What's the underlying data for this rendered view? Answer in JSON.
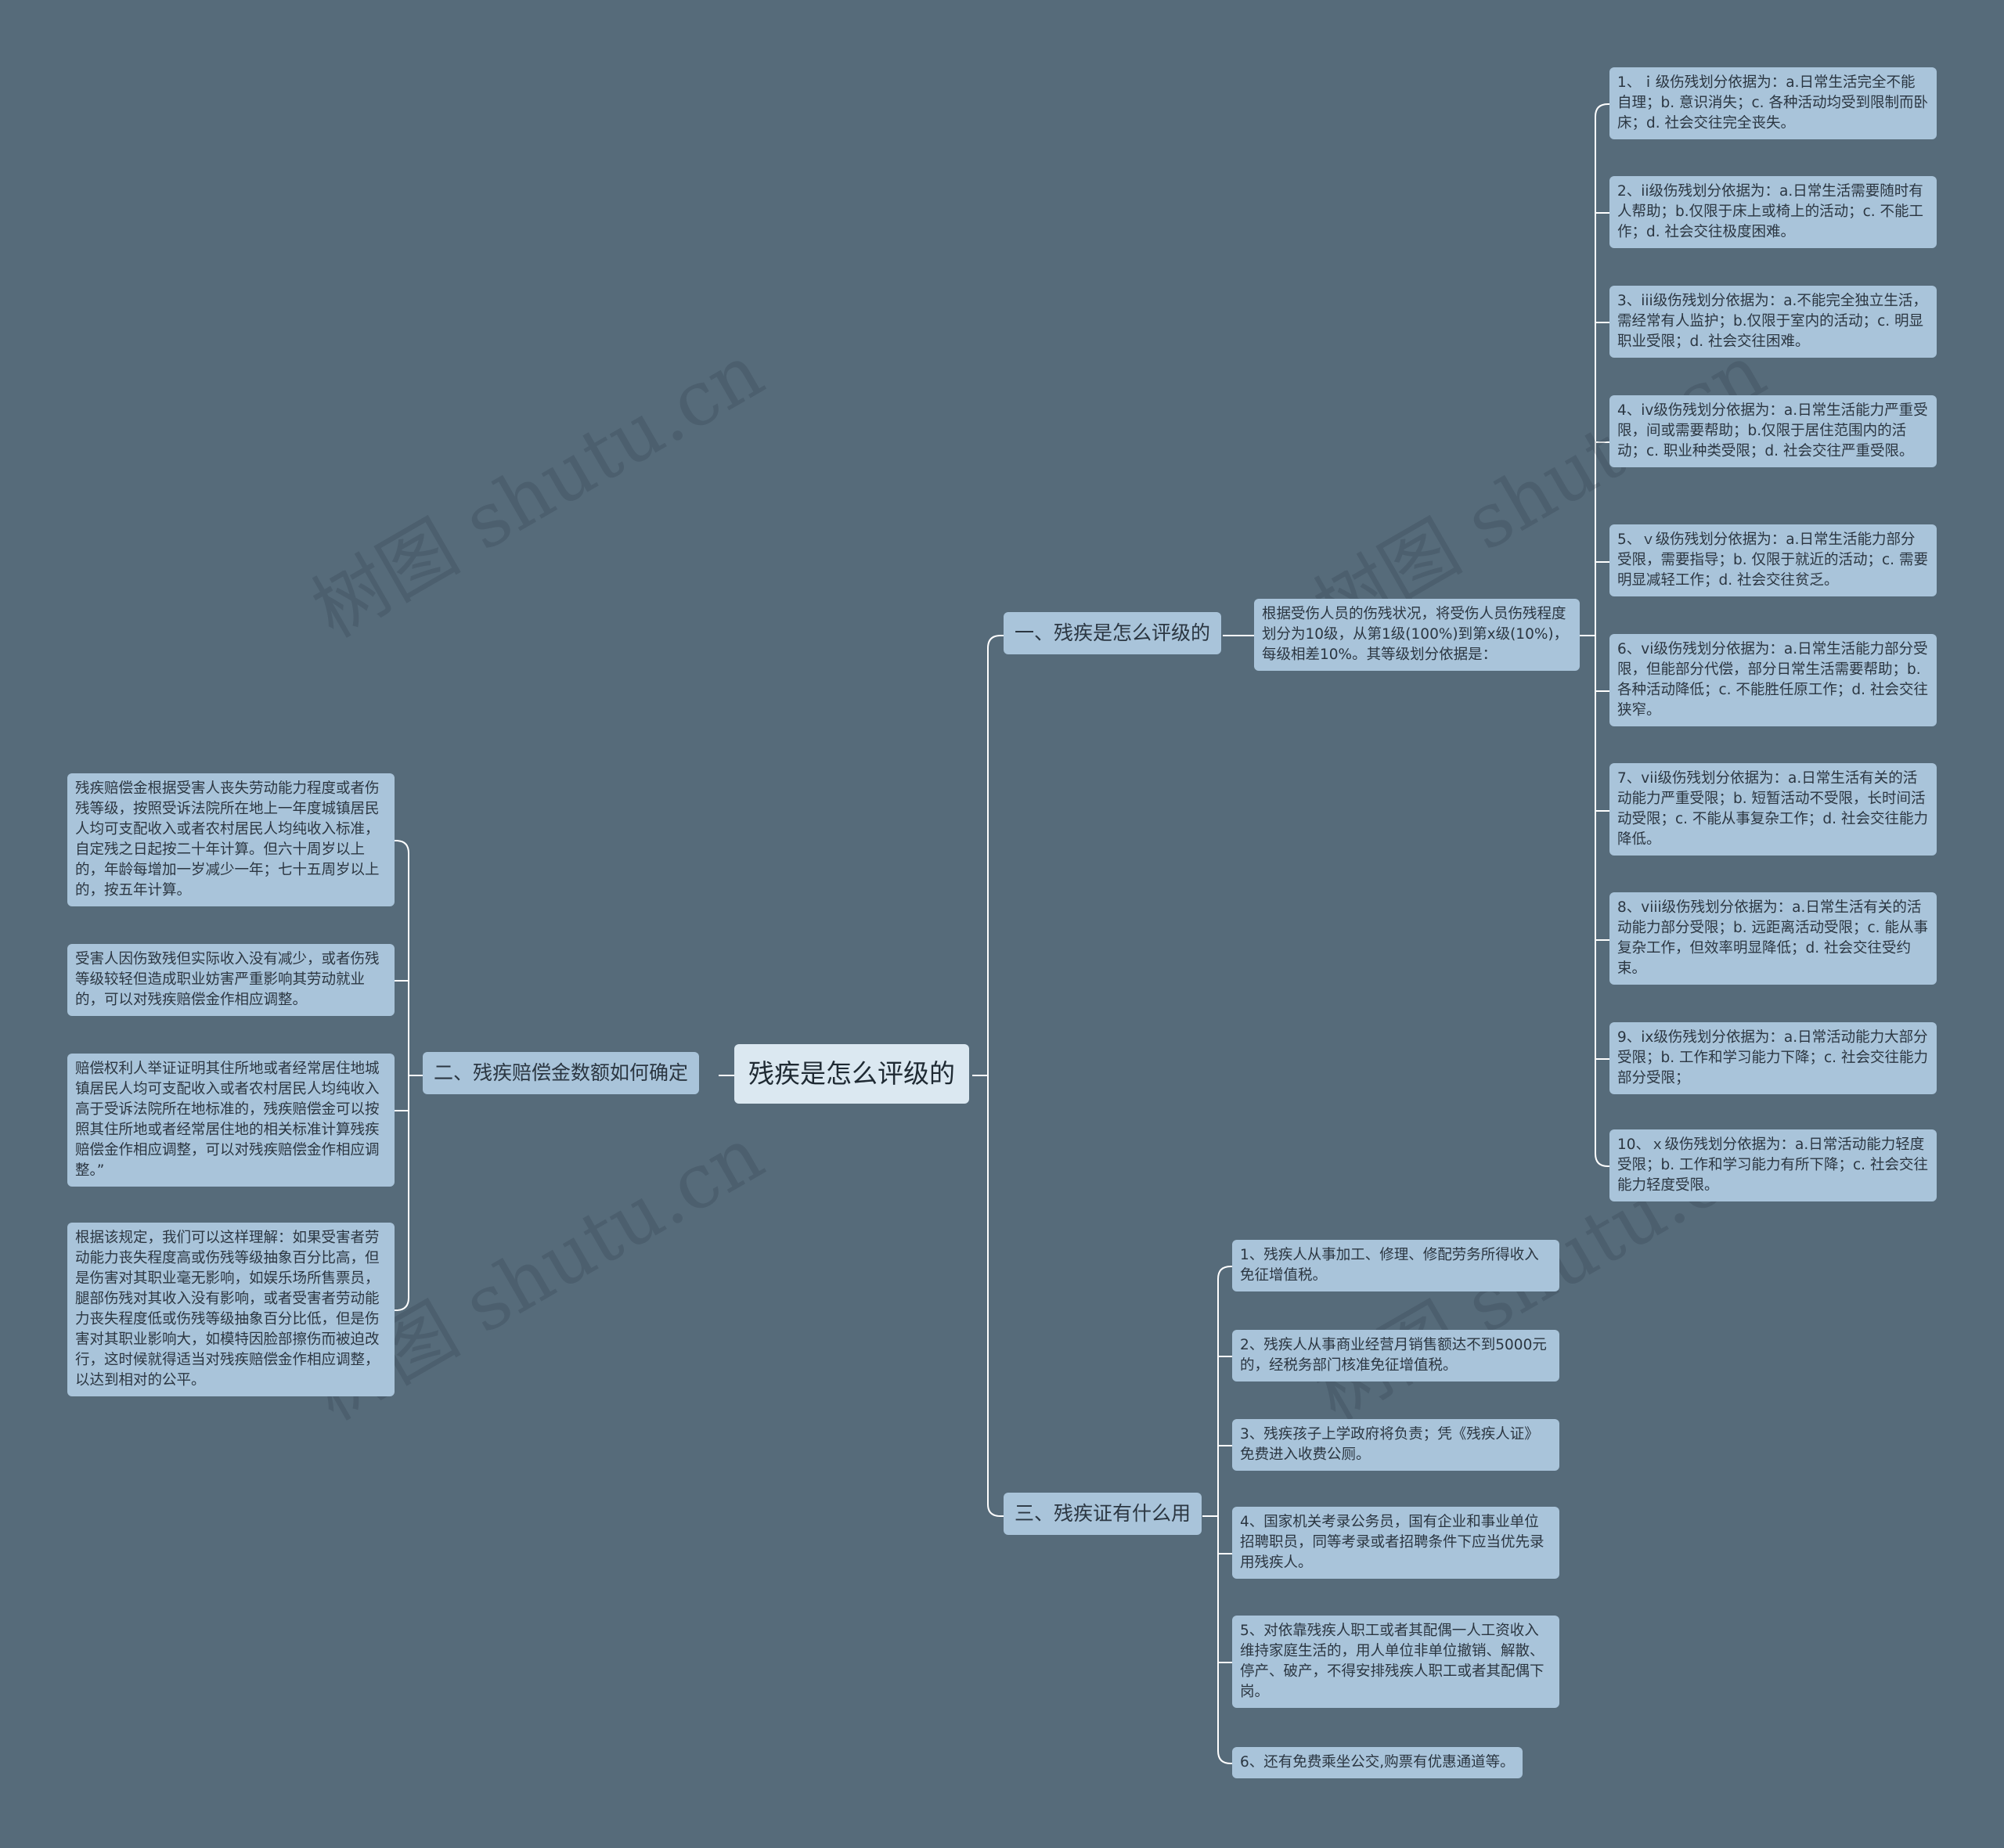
{
  "watermark": "树图 shutu.cn",
  "root": {
    "label": "残疾是怎么评级的"
  },
  "branch1": {
    "label": "一、残疾是怎么评级的",
    "intro": "根据受伤人员的伤残状况，将受伤人员伤残程度划分为10级，从第1级(100%)到第x级(10%)，每级相差10%。其等级划分依据是：",
    "items": [
      "1、ｉ级伤残划分依据为：a.日常生活完全不能自理；b. 意识消失；c. 各种活动均受到限制而卧床；d. 社会交往完全丧失。",
      "2、ii级伤残划分依据为：a.日常生活需要随时有人帮助；b.仅限于床上或椅上的活动；c. 不能工作；d. 社会交往极度困难。",
      "3、iii级伤残划分依据为：a.不能完全独立生活，需经常有人监护；b.仅限于室内的活动；c. 明显职业受限；d. 社会交往困难。",
      "4、iv级伤残划分依据为：a.日常生活能力严重受限，间或需要帮助；b.仅限于居住范围内的活动；c. 职业种类受限；d. 社会交往严重受限。",
      "5、ｖ级伤残划分依据为：a.日常生活能力部分受限，需要指导；b. 仅限于就近的活动；c. 需要明显减轻工作；d. 社会交往贫乏。",
      "6、vi级伤残划分依据为：a.日常生活能力部分受限，但能部分代偿，部分日常生活需要帮助；b. 各种活动降低；c. 不能胜任原工作；d. 社会交往狭窄。",
      "7、vii级伤残划分依据为：a.日常生活有关的活动能力严重受限；b. 短暂活动不受限，长时间活动受限；c. 不能从事复杂工作；d. 社会交往能力降低。",
      "8、viii级伤残划分依据为：a.日常生活有关的活动能力部分受限；b. 远距离活动受限；c. 能从事复杂工作，但效率明显降低；d. 社会交往受约束。",
      "9、ix级伤残划分依据为：a.日常活动能力大部分受限；b. 工作和学习能力下降；c. 社会交往能力部分受限；",
      "10、ｘ级伤残划分依据为：a.日常活动能力轻度受限；b. 工作和学习能力有所下降；c. 社会交往能力轻度受限。"
    ]
  },
  "branch2": {
    "label": "二、残疾赔偿金数额如何确定",
    "items": [
      "残疾赔偿金根据受害人丧失劳动能力程度或者伤残等级，按照受诉法院所在地上一年度城镇居民人均可支配收入或者农村居民人均纯收入标准，自定残之日起按二十年计算。但六十周岁以上的，年龄每增加一岁减少一年；七十五周岁以上的，按五年计算。",
      "受害人因伤致残但实际收入没有减少，或者伤残等级较轻但造成职业妨害严重影响其劳动就业的，可以对残疾赔偿金作相应调整。",
      "赔偿权利人举证证明其住所地或者经常居住地城镇居民人均可支配收入或者农村居民人均纯收入高于受诉法院所在地标准的，残疾赔偿金可以按照其住所地或者经常居住地的相关标准计算残疾赔偿金作相应调整，可以对残疾赔偿金作相应调整。”",
      "根据该规定，我们可以这样理解：如果受害者劳动能力丧失程度高或伤残等级抽象百分比高，但是伤害对其职业毫无影响，如娱乐场所售票员，腿部伤残对其收入没有影响，或者受害者劳动能力丧失程度低或伤残等级抽象百分比低，但是伤害对其职业影响大，如模特因脸部擦伤而被迫改行，这时候就得适当对残疾赔偿金作相应调整，以达到相对的公平。"
    ]
  },
  "branch3": {
    "label": "三、残疾证有什么用",
    "items": [
      "1、残疾人从事加工、修理、修配劳务所得收入免征增值税。",
      "2、残疾人从事商业经营月销售额达不到5000元的，经税务部门核准免征增值税。",
      "3、残疾孩子上学政府将负责；凭《残疾人证》免费进入收费公厕。",
      "4、国家机关考录公务员，国有企业和事业单位招聘职员，同等考录或者招聘条件下应当优先录用残疾人。",
      "5、对依靠残疾人职工或者其配偶一人工资收入维持家庭生活的，用人单位非单位撤销、解散、停产、破产，不得安排残疾人职工或者其配偶下岗。",
      "6、还有免费乘坐公交,购票有优惠通道等。"
    ]
  }
}
